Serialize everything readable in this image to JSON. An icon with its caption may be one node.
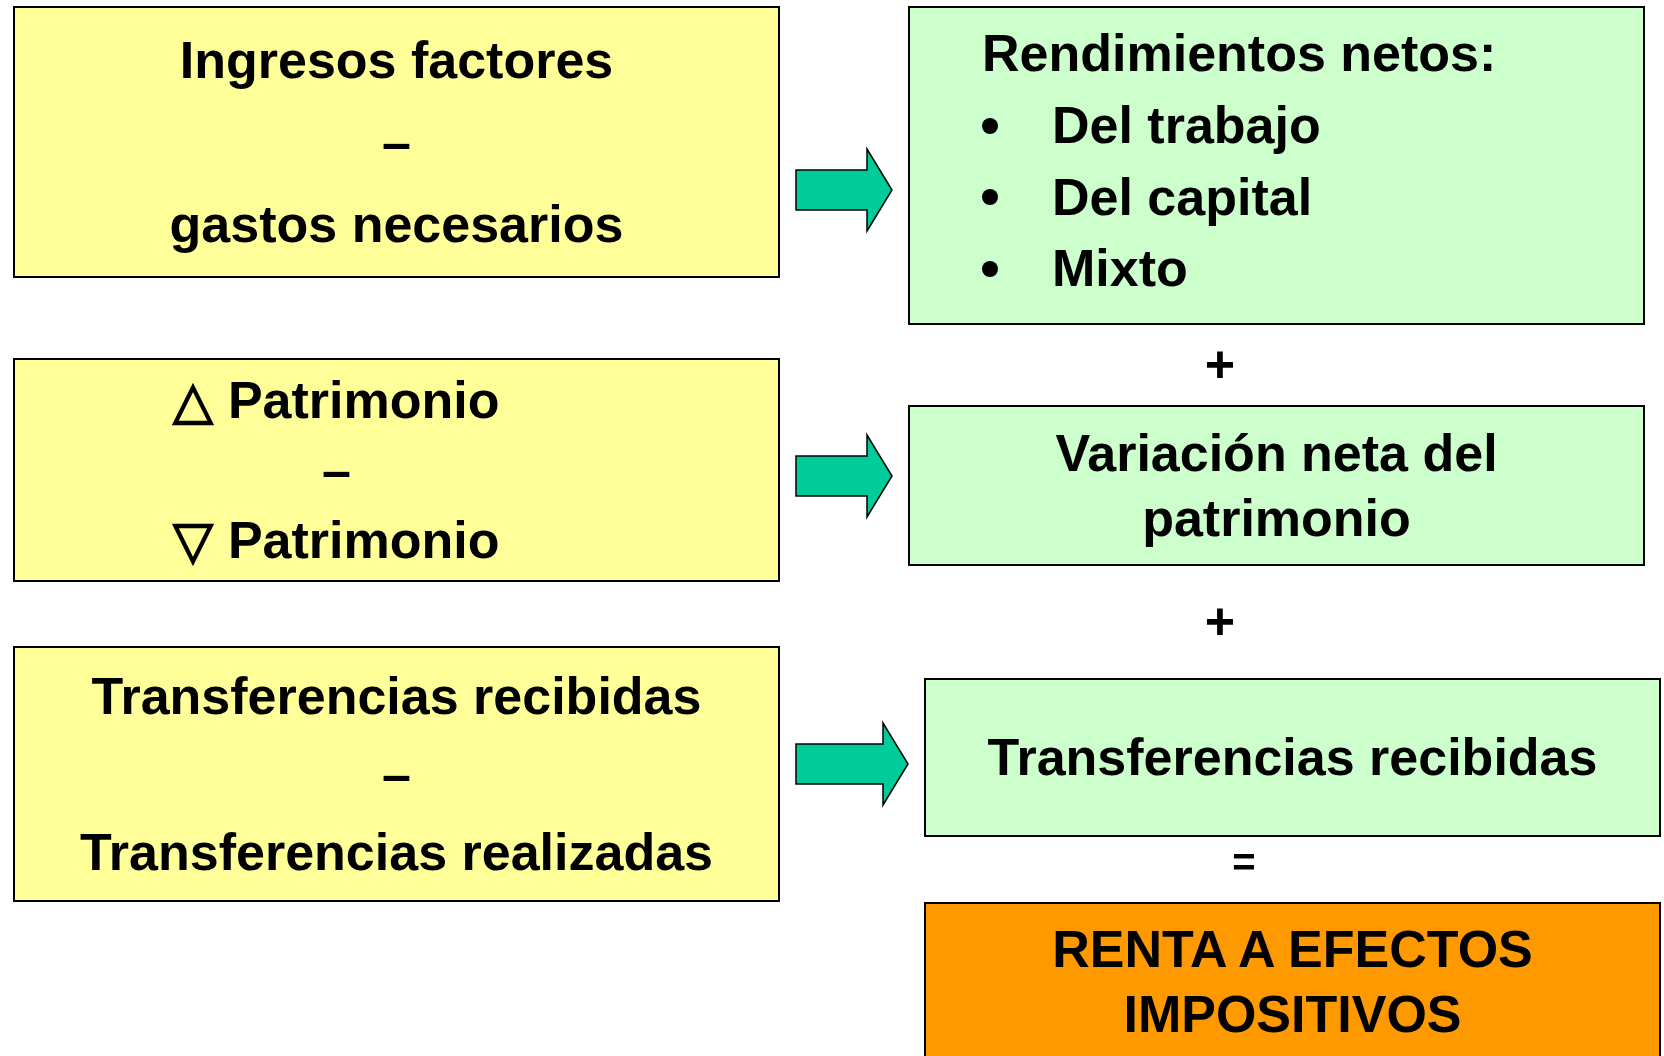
{
  "diagram": {
    "nodes": [
      {
        "text": [
          "Ingresos factores",
          "–",
          "gastos necesarios"
        ]
      },
      {
        "text": [
          "Rendimientos netos:",
          "Del trabajo",
          "Del capital",
          "Mixto"
        ]
      },
      {
        "text": [
          "△ Patrimonio",
          "–",
          "▽ Patrimonio"
        ]
      },
      {
        "text": [
          "Variación neta del patrimonio"
        ]
      },
      {
        "text": [
          "Transferencias recibidas",
          "–",
          "Transferencias realizadas"
        ]
      },
      {
        "text": [
          "Transferencias recibidas"
        ]
      },
      {
        "text": [
          "RENTA A EFECTOS IMPOSITIVOS"
        ]
      }
    ],
    "edges": [
      {
        "from": 0,
        "to": 1,
        "arrow": "to"
      },
      {
        "from": 2,
        "to": 3,
        "arrow": "to"
      },
      {
        "from": 4,
        "to": 5,
        "arrow": "to"
      }
    ],
    "labels": [
      "+",
      "+",
      "="
    ]
  }
}
